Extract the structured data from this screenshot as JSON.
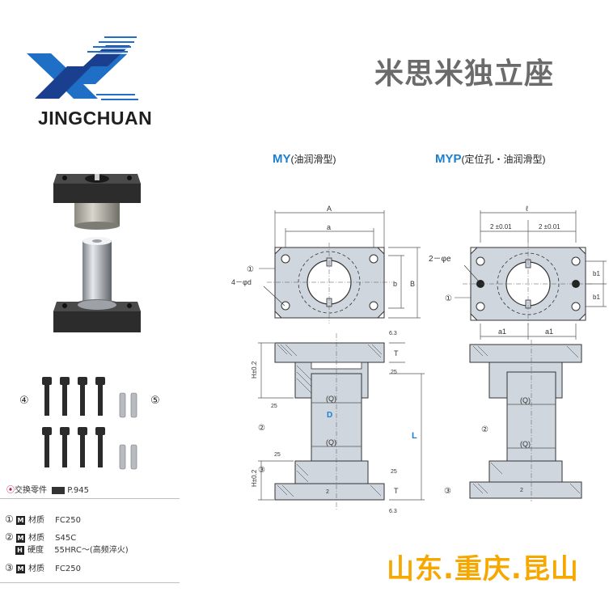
{
  "brand": {
    "name": "JINGCHUAN"
  },
  "page_title": "米思米独立座",
  "series": [
    {
      "code": "MY",
      "desc": "(油润滑型)"
    },
    {
      "code": "MYP",
      "desc": "(定位孔・油润滑型)"
    }
  ],
  "photo_labels": {
    "screws": "④",
    "pins": "⑤"
  },
  "reference": {
    "text": "交换零件",
    "page": "P.945"
  },
  "specs": [
    {
      "num": "①",
      "rows": [
        {
          "badge": "M",
          "label": "材质",
          "value": "FC250"
        }
      ]
    },
    {
      "num": "②",
      "rows": [
        {
          "badge": "M",
          "label": "材质",
          "value": "S45C"
        },
        {
          "badge": "H",
          "label": "硬度",
          "value": "55HRC～(高频淬火)"
        }
      ]
    },
    {
      "num": "③",
      "rows": [
        {
          "badge": "M",
          "label": "材质",
          "value": "FC250"
        }
      ]
    }
  ],
  "drawing_labels": {
    "A": "A",
    "a": "a",
    "B": "B",
    "b": "b",
    "ell": "ℓ",
    "b1": "b1",
    "a1": "a1",
    "half_ell_tol": "2 ±0.01",
    "phi_d": "4－φd",
    "phi_e": "2－φe",
    "c1": "①",
    "c2": "②",
    "c3": "③",
    "H_tol": "H±0.2",
    "T": "T",
    "L": "L",
    "D": "D",
    "Q": "(Q)",
    "r63": "6.3",
    "r25": "25",
    "two": "2"
  },
  "slogan": "山东.重庆.昆山",
  "colors": {
    "accent_blue": "#1a7fd1",
    "logo_blue": "#1f6fc6",
    "slogan": "#f6a800",
    "part_fill": "#cfd6de"
  }
}
